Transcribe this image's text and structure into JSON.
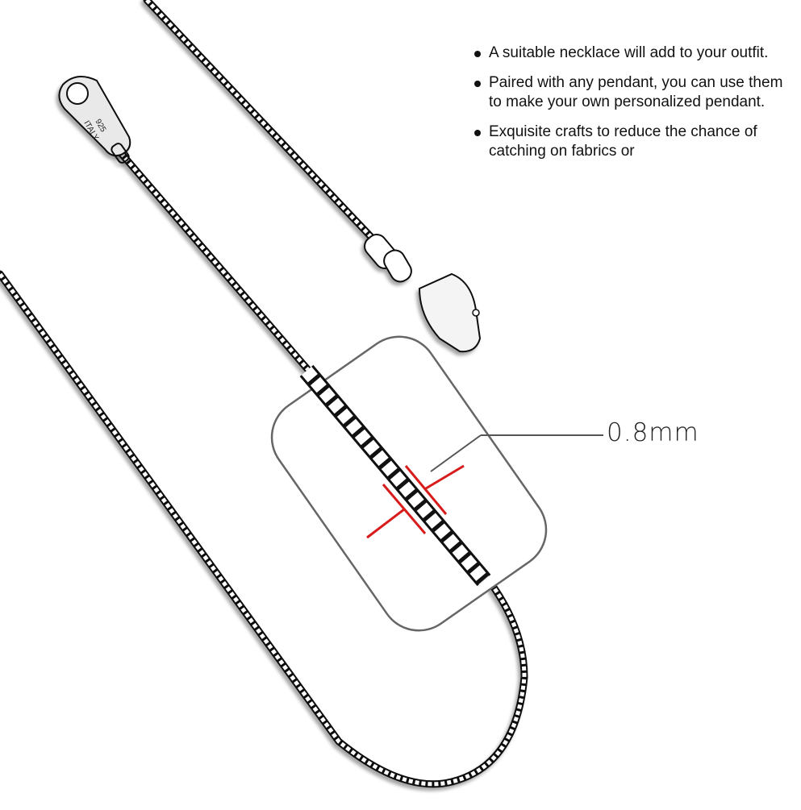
{
  "product": {
    "type": "box chain necklace",
    "clasp_stamp": {
      "line1": "925",
      "line2": "ITALY"
    }
  },
  "features": [
    {
      "text": "A suitable necklace will add to your outfit."
    },
    {
      "text": "Paired with any pendant, you can use them to make your own personalized pendant."
    },
    {
      "text": "Exquisite crafts to reduce the chance of catching on fabrics or"
    }
  ],
  "measurement": {
    "label": "0.8mm",
    "callout_color": "#d81c1c",
    "frame_color": "#666666"
  }
}
